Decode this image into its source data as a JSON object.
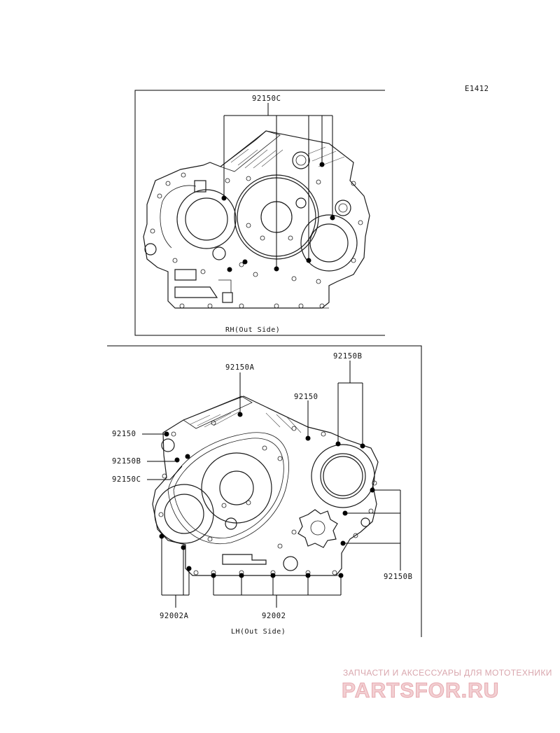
{
  "diagram_id": "E1412",
  "rh_panel": {
    "caption": "RH(Out Side)",
    "labels": {
      "p92150C": "92150C"
    }
  },
  "lh_panel": {
    "caption": "LH(Out Side)",
    "labels": {
      "p92150A": "92150A",
      "p92150B_top": "92150B",
      "p92150_mid": "92150",
      "p92150_left": "92150",
      "p92150B_left": "92150B",
      "p92150C_left": "92150C",
      "p92150B_right": "92150B",
      "p92002A": "92002A",
      "p92002": "92002"
    }
  },
  "watermark": {
    "tagline": "ЗАПЧАСТИ И АКСЕССУАРЫ ДЛЯ МОТОТЕХНИКИ",
    "brand": "PARTSFOR.RU"
  }
}
